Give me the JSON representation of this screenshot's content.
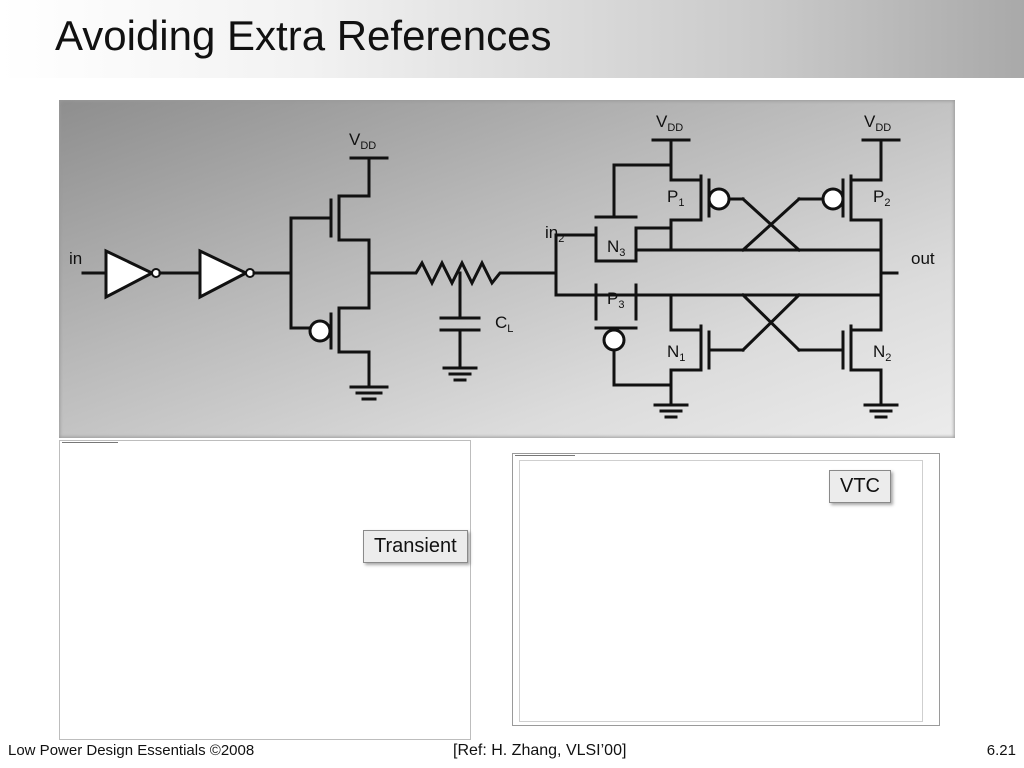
{
  "slide": {
    "title": "Avoiding Extra References",
    "footer_left": "Low Power Design Essentials ©2008",
    "footer_center": "[Ref: H. Zhang, VLSI’00]",
    "footer_right": "6.21"
  },
  "circuit": {
    "in": "in",
    "out": "out",
    "in2_main": "in",
    "in2_sub": "2",
    "vdd_main": "V",
    "vdd_sub": "DD",
    "cl_main": "C",
    "cl_sub": "L",
    "p1_main": "P",
    "p1_sub": "1",
    "p2_main": "P",
    "p2_sub": "2",
    "p3_main": "P",
    "p3_sub": "3",
    "n1_main": "N",
    "n1_sub": "1",
    "n2_main": "N",
    "n2_sub": "2",
    "n3_main": "N",
    "n3_sub": "3"
  },
  "tags": {
    "transient": "Transient",
    "vtc": "VTC"
  },
  "colors": {
    "wire": "#111111",
    "panel_dark": "#8e8e8e",
    "panel_light": "#ececec"
  }
}
